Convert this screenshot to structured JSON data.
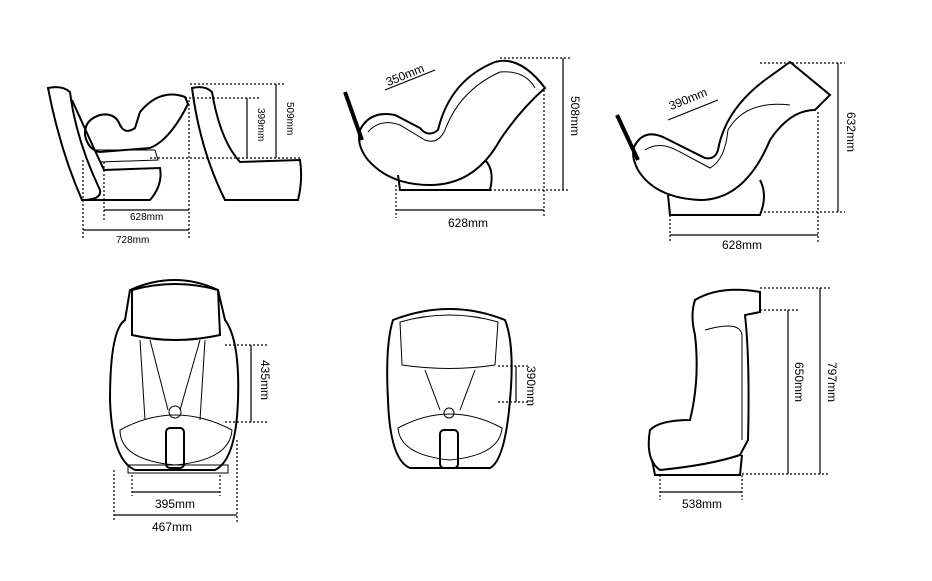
{
  "views": {
    "rear_facing_side": {
      "depth_inner": "628mm",
      "depth_outer": "728mm",
      "height_outer": "509mm",
      "height_inner": "399mm"
    },
    "recline_upright_side": {
      "shoulder": "350mm",
      "height": "508mm",
      "depth": "628mm"
    },
    "recline_flat_side": {
      "shoulder": "390mm",
      "height": "632mm",
      "depth": "628mm"
    },
    "front_large": {
      "harness_height": "435mm",
      "inner_width": "395mm",
      "outer_width": "467mm"
    },
    "front_small": {
      "harness_height": "390mm"
    },
    "booster_side": {
      "back_height": "650mm",
      "total_height": "797mm",
      "base_depth": "538mm"
    }
  }
}
